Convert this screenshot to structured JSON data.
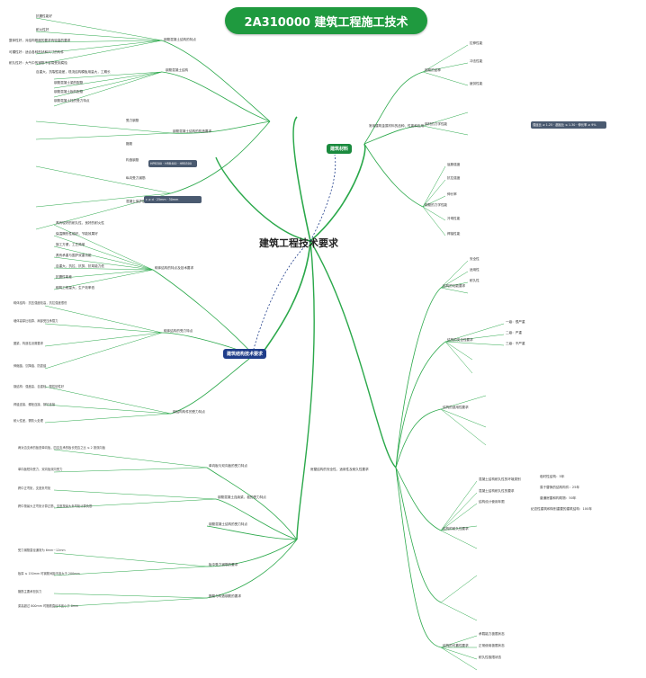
{
  "title": "2A310000 建筑工程施工技术",
  "center": "建筑工程技术要求",
  "branches": {
    "b1": "建筑材料",
    "b2": "建筑结构技术要求"
  },
  "left_top": {
    "group1": "钢筋混凝土结构的特点",
    "items1": [
      "抗震性能好",
      "耐火性好",
      "整体性好，对结构刚度的要求有较高的要求",
      "可模性好：适合各种形状和尺寸的构件",
      "耐久性好：大气中的钢筋不容易受到腐蚀",
      "自重大，抗裂性能差，现浇结构模板用量大，工期长"
    ],
    "group2": "钢筋混凝土结构",
    "items2": [
      "钢筋混凝土梁的配筋",
      "钢筋混凝土板的配筋",
      "钢筋混凝土柱的受力特点"
    ],
    "group3": "钢筋混凝土结构的构造要求",
    "items3": [
      "受力钢筋",
      "箍筋",
      "构造钢筋",
      "纵向受力钢筋",
      "混凝土保护层"
    ]
  },
  "left_mid": {
    "group1": "砌体结构的特点及技术要求",
    "items1": [
      "具有较好的耐久性，良好的耐火性",
      "保温隔热性能好，节能效果好",
      "施工方便，工艺简单",
      "具有承重与围护双重功能",
      "自重大，抗拉、抗剪、抗弯能力低",
      "抗震性能差",
      "砌筑工程量大，生产效率低"
    ],
    "group2": "砌体结构的受力特点",
    "group3": "钢结构构件的受力特点"
  },
  "left_bot": {
    "group1": "单向板与双向板的受力特点",
    "group2": "钢筋混凝土连续梁、板的受力特点",
    "group3": "钢筋混凝土结构的受力特点",
    "group4": "板中受力钢筋的要求",
    "group5": "箍筋与构造钢筋的要求"
  },
  "right_top": {
    "group1": "常用建筑金属材料的品种、性能和应用",
    "items1": [
      "钢筋的品种",
      "钢材的力学性能",
      "拉伸性能",
      "冲击性能",
      "疲劳性能"
    ],
    "group2": "钢筋的力学性能",
    "notes": [
      "屈服强度",
      "抗拉强度",
      "伸长率",
      "冷弯性能",
      "焊接性能"
    ]
  },
  "right_mid": {
    "group1": "结构的功能要求",
    "items1": [
      "安全性",
      "适用性",
      "耐久性"
    ],
    "group2": "结构的安全性要求",
    "group3": "结构的适用性要求",
    "group4": "结构的耐久性要求",
    "levels": [
      "一级：很严重",
      "二级：严重",
      "三级：不严重"
    ]
  },
  "right_bot": {
    "group1": "房屋结构的安全性、适用性及耐久性要求",
    "items1": [
      "混凝土结构耐久性的环境类别",
      "混凝土结构耐久性的要求",
      "结构设计使用年限"
    ],
    "years": [
      "临时性结构：5年",
      "易于替换的结构构件：25年",
      "普通房屋和构筑物：50年",
      "纪念性建筑和特别重要的建筑结构：100年"
    ],
    "tail": [
      "承载能力极限状态",
      "正常使用极限状态",
      "耐久性极限状态",
      "结构的可靠性要求"
    ]
  }
}
